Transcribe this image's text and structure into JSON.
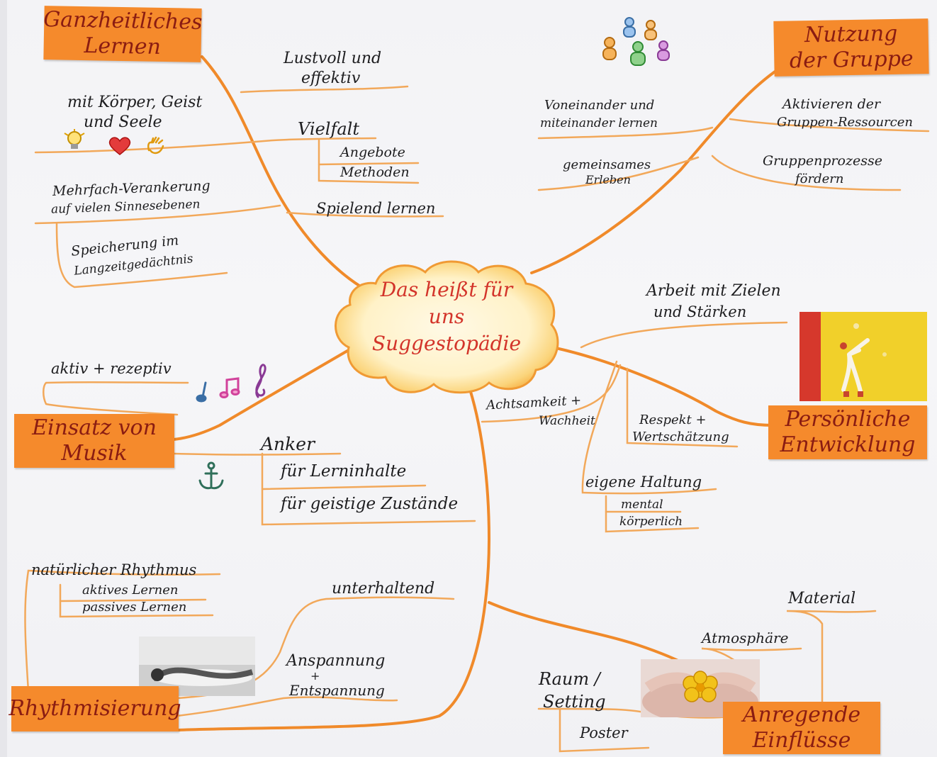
{
  "colors": {
    "branch_line": "#f08a2a",
    "card_fill": "#f58a2c",
    "card_text": "#8a1c12",
    "center_text": "#d3342a",
    "handwriting": "#1d1d1f"
  },
  "center": {
    "line1": "Das heißt für",
    "line2": "uns",
    "line3": "Suggestopädie"
  },
  "branches": {
    "ganzheitliches": {
      "title_line1": "Ganzheitliches",
      "title_line2": "Lernen",
      "lustvoll1": "Lustvoll und",
      "lustvoll2": "effektiv",
      "koerper1": "mit Körper, Geist",
      "koerper2": "und Seele",
      "vielfalt": "Vielfalt",
      "angebote": "Angebote",
      "methoden": "Methoden",
      "mehrfach1": "Mehrfach-Verankerung",
      "mehrfach2": "auf vielen Sinnesebenen",
      "spielend": "Spielend lernen",
      "speicherung1": "Speicherung im",
      "speicherung2": "Langzeitgedächtnis",
      "icons": [
        "light-bulb-icon",
        "heart-icon",
        "hand-icon"
      ]
    },
    "gruppe": {
      "title_line1": "Nutzung",
      "title_line2": "der Gruppe",
      "voneinander1": "Voneinander und",
      "voneinander2": "miteinander lernen",
      "aktivieren1": "Aktivieren der",
      "aktivieren2": "Gruppen-Ressourcen",
      "gemeinsames1": "gemeinsames",
      "gemeinsames2": "Erleben",
      "prozesse1": "Gruppenprozesse",
      "prozesse2": "fördern",
      "icon": "people-group-icon"
    },
    "persoenlich": {
      "title_line1": "Persönliche",
      "title_line2": "Entwicklung",
      "arbeit1": "Arbeit mit Zielen",
      "arbeit2": "und Stärken",
      "achtsamkeit1": "Achtsamkeit +",
      "achtsamkeit2": "Wachheit",
      "respekt1": "Respekt +",
      "respekt2": "Wertschätzung",
      "haltung": "eigene Haltung",
      "mental": "mental",
      "koerperlich": "körperlich"
    },
    "musik": {
      "title_line1": "Einsatz von",
      "title_line2": "Musik",
      "aktiv": "aktiv + rezeptiv",
      "anker": "Anker",
      "lerninhalte": "für Lerninhalte",
      "zustaende": "für geistige Zustände",
      "icons": [
        "music-notes-icon",
        "anchor-icon"
      ]
    },
    "rhythmus": {
      "title": "Rhythmisierung",
      "natuerlich": "natürlicher Rhythmus",
      "aktives": "aktives Lernen",
      "passives": "passives Lernen",
      "unterhaltend": "unterhaltend",
      "anspannung": "Anspannung",
      "plus": "+",
      "entspannung": "Entspannung"
    },
    "einfluesse": {
      "title_line1": "Anregende",
      "title_line2": "Einflüsse",
      "material": "Material",
      "atmosphaere": "Atmosphäre",
      "raum1": "Raum /",
      "raum2": "Setting",
      "poster": "Poster"
    }
  }
}
